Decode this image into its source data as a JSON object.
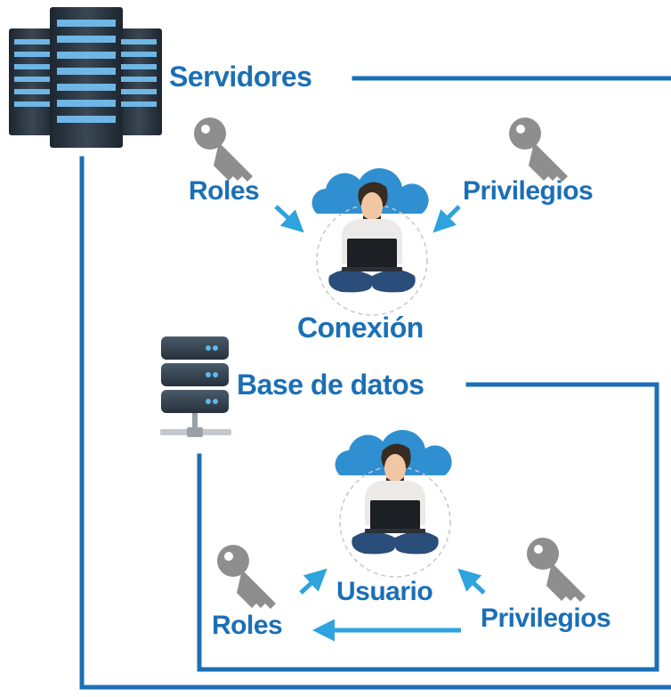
{
  "labels": {
    "servers": "Servidores",
    "connection": "Conexión",
    "connection_roles": "Roles",
    "connection_privileges": "Privilegios",
    "database": "Base de datos",
    "user": "Usuario",
    "user_roles": "Roles",
    "user_privileges": "Privilegios"
  },
  "colors": {
    "line": "#1b6fb6",
    "label": "#1b6fb6",
    "arrow": "#2ea3dd",
    "key": "#8e8e8e"
  },
  "icons": {
    "servers": "server-rack-icon",
    "connection": "person-laptop-cloud-icon",
    "database": "database-server-icon",
    "user": "person-laptop-cloud-icon",
    "key": "key-icon"
  }
}
